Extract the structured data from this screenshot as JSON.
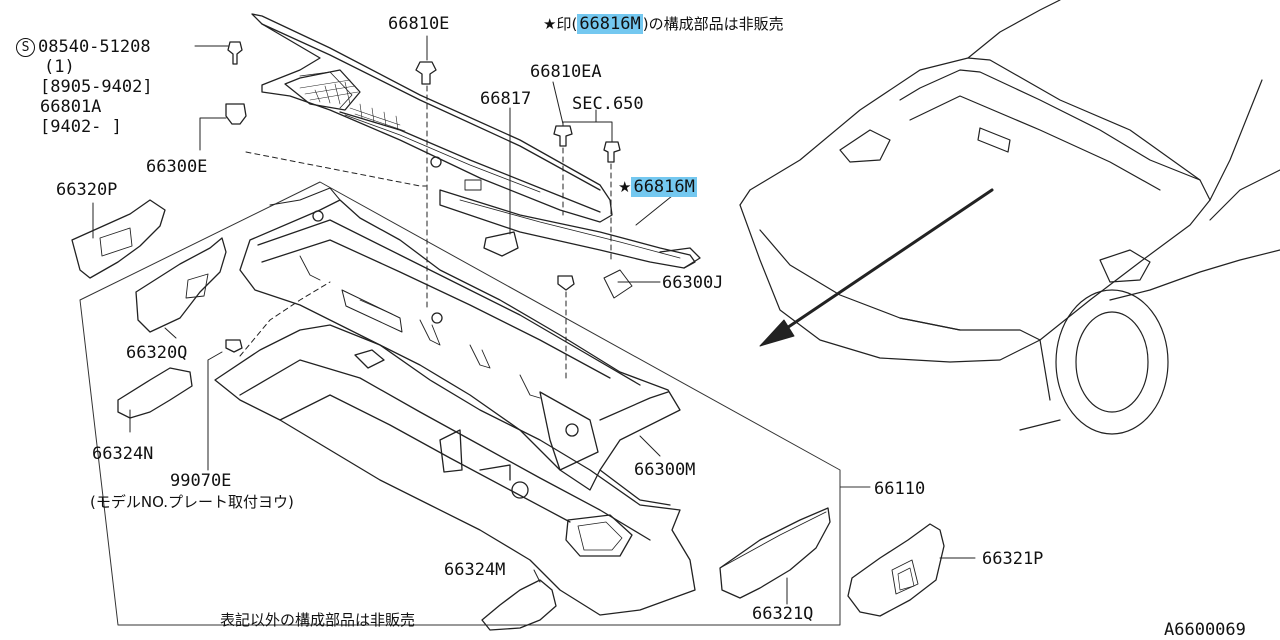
{
  "notice": {
    "star_mark": "★",
    "prefix": "印(",
    "highlight_part": "66816M",
    "suffix": ")の構成部品は非販売"
  },
  "bolt_callout": {
    "symbol": "S",
    "part": "08540-51208",
    "qty": "(1)",
    "range1": "[8905-9402]",
    "alt_part": "66801A",
    "range2": "[9402-      ]"
  },
  "parts": {
    "p66810E": "66810E",
    "p66810EA": "66810EA",
    "p66817": "66817",
    "sec650": "SEC.650",
    "p66816M": "66816M",
    "p66300E": "66300E",
    "p66320P": "66320P",
    "p66300J": "66300J",
    "p66320Q": "66320Q",
    "p66324N": "66324N",
    "p99070E": "99070E",
    "p99070E_note": "(モデルNO.プレート取付ヨウ)",
    "p66300M": "66300M",
    "p66110": "66110",
    "p66321P": "66321P",
    "p66324M": "66324M",
    "p66321Q": "66321Q"
  },
  "footer_note": "表記以外の構成部品は非販売",
  "figure_id": "A6600069",
  "colors": {
    "highlight": "#74c8f0",
    "ink": "#111111"
  }
}
